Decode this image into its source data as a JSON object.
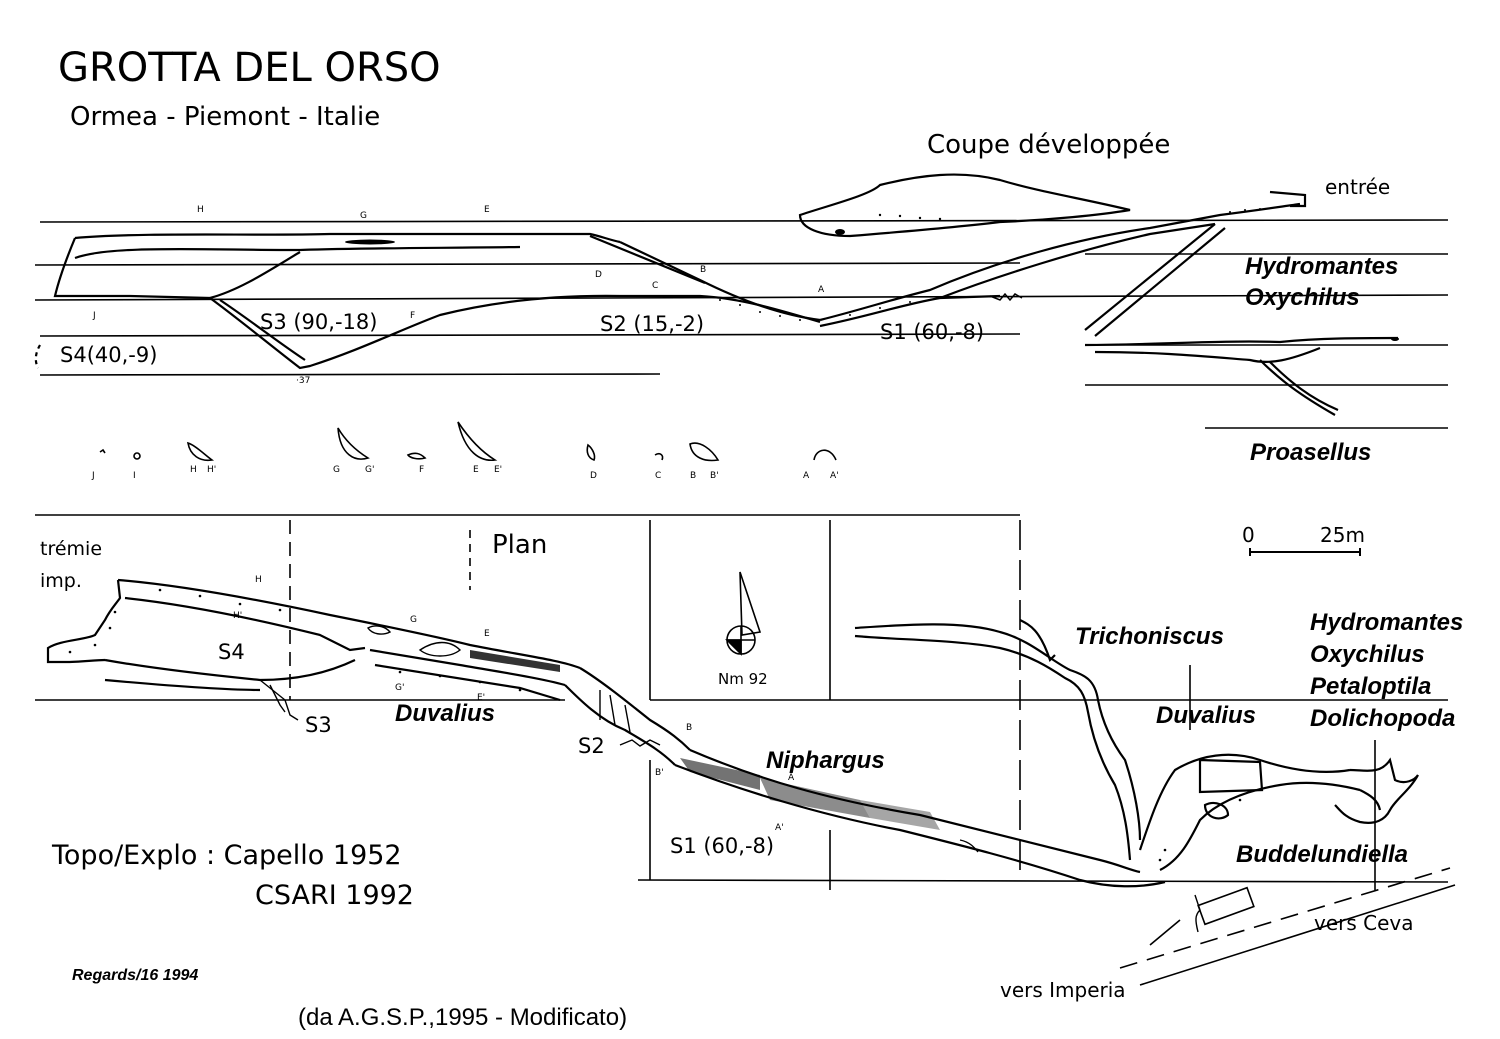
{
  "title": "GROTTA DEL ORSO",
  "subtitle": "Ormea - Piemont - Italie",
  "section_title": "Coupe développée",
  "entrance": "entrée",
  "plan_title": "Plan",
  "scale_bar": {
    "zero": "0",
    "length": "25m"
  },
  "north_label": "Nm 92",
  "terminal_label": [
    "trémie",
    "imp."
  ],
  "profile_sumps": [
    "S4(40,-9)",
    "S3 (90,-18)",
    "S2 (15,-2)",
    "S1 (60,-8)"
  ],
  "plan_sumps": [
    "S4",
    "S3",
    "S2",
    "S1 (60,-8)"
  ],
  "depth_label": "-37",
  "section_letters": [
    "J",
    "I",
    "H",
    "H'",
    "G",
    "G'",
    "F",
    "E",
    "E'",
    "D",
    "C",
    "B",
    "B'",
    "A",
    "A'"
  ],
  "fauna": {
    "profile_top": [
      "Hydromantes",
      "Oxychilus"
    ],
    "profile_bottom": "Proasellus",
    "plan_center": "Duvalius",
    "plan_niphargus": "Niphargus",
    "plan_right_top": "Trichoniscus",
    "plan_right_mid": "Duvalius",
    "plan_right_list": [
      "Hydromantes",
      "Oxychilus",
      "Petaloptila",
      "Dolichopoda"
    ],
    "plan_bottom": "Buddelundiella"
  },
  "roads": [
    "vers Ceva",
    "vers Imperia"
  ],
  "survey_credit": [
    "Topo/Explo : Capello 1952",
    "CSARI 1992"
  ],
  "publication": "Regards/16 1994",
  "source": "(da A.G.S.P.,1995 - Modificato)"
}
